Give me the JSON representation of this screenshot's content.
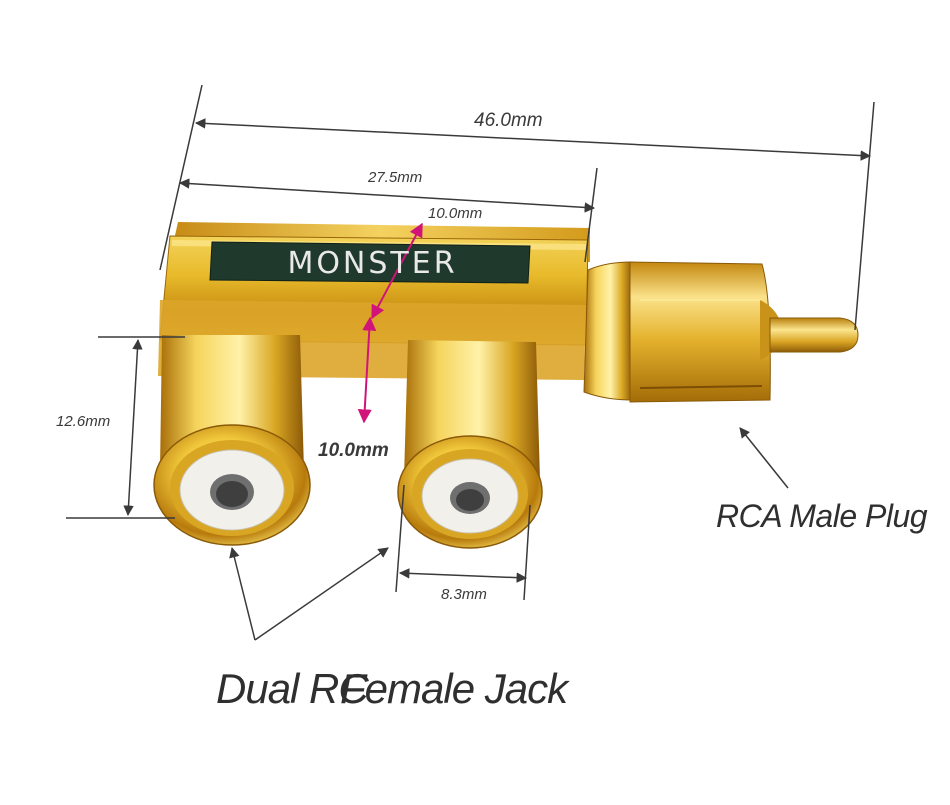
{
  "brand": {
    "logo_text": "MONSTER"
  },
  "dimensions": {
    "overall_length": "46.0mm",
    "body_length": "27.5mm",
    "body_depth": "10.0mm",
    "body_height": "10.0mm",
    "jack_diameter": "12.6mm",
    "jack_spacing": "8.3mm"
  },
  "callouts": {
    "male_plug": "RCA Male Plug",
    "female_left": "Dual RC",
    "female_right": "Female Jack"
  },
  "colors": {
    "gold_light": "#f6e27a",
    "gold_mid": "#d9a823",
    "gold_dark": "#8a5a0a",
    "label_green": "#1f3a2c",
    "dimension_line": "#3a3a3a",
    "magenta_arrow": "#d0147a",
    "insulator_white": "#f2f0ea"
  }
}
